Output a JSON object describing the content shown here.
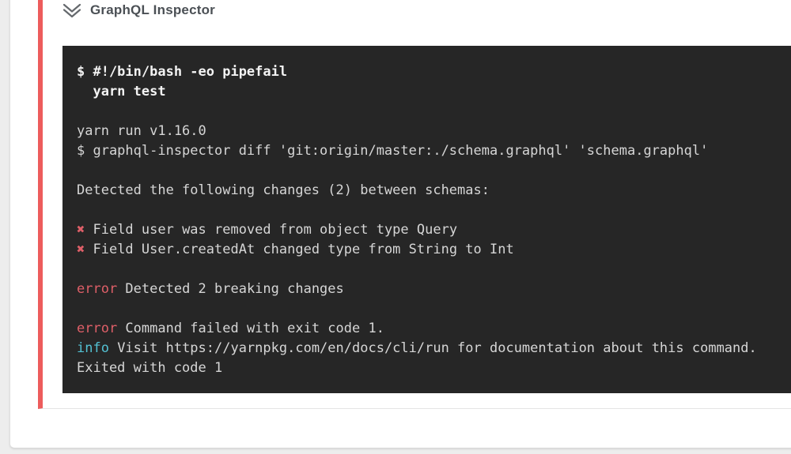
{
  "colors": {
    "accent-red": "#ed5c5c",
    "terminal-bg": "#262626",
    "terminal-text": "#d6d6d6",
    "terminal-bold": "#f3f3f3",
    "error-red": "#de5f68",
    "info-cyan": "#53c1d3",
    "title-gray": "#4b5055",
    "border-gray": "#e4e4e4",
    "page-bg": "#ededed"
  },
  "step": {
    "title": "GraphQL Inspector",
    "collapse_icon": "double-chevron-down-icon",
    "status": "failed"
  },
  "terminal": {
    "command_lines": [
      "$ #!/bin/bash -eo pipefail",
      "  yarn test"
    ],
    "output": {
      "yarn_version_line": "yarn run v1.16.0",
      "command_echo_line": "$ graphql-inspector diff 'git:origin/master:./schema.graphql' 'schema.graphql'",
      "summary_line": "Detected the following changes (2) between schemas:",
      "cross_mark": "✖",
      "breaking_changes": [
        " Field user was removed from object type Query",
        " Field User.createdAt changed type from String to Int"
      ],
      "error_label": "error",
      "error_messages": [
        " Detected 2 breaking changes",
        " Command failed with exit code 1."
      ],
      "info_label": "info",
      "info_message": " Visit https://yarnpkg.com/en/docs/cli/run for documentation about this command.",
      "exit_line": "Exited with code 1"
    }
  }
}
